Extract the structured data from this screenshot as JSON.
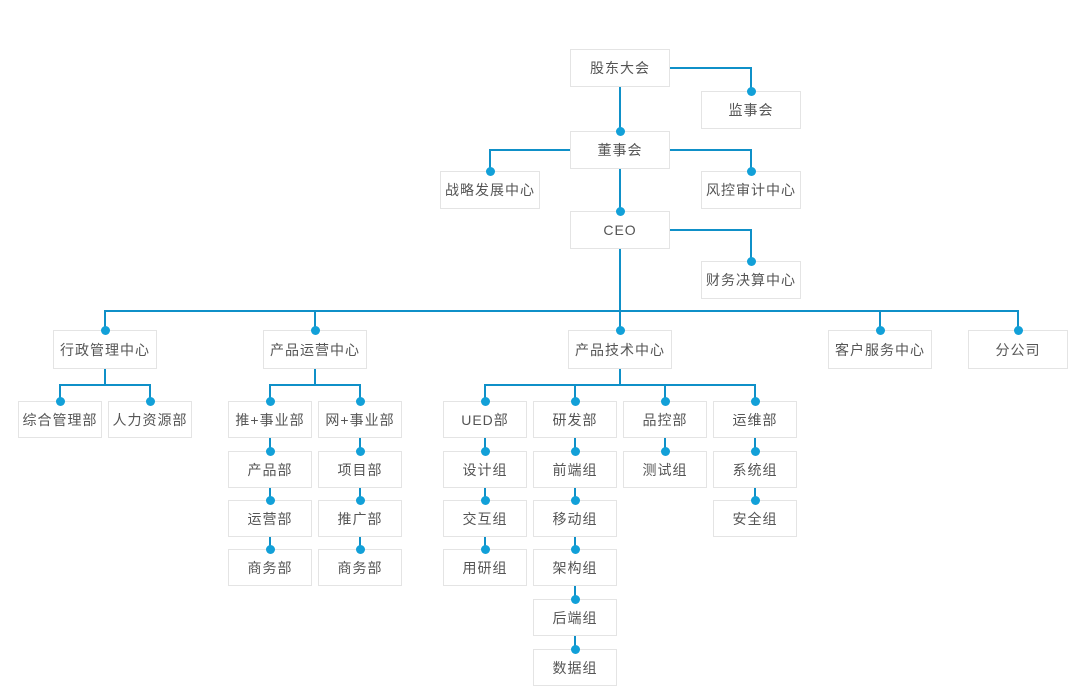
{
  "colors": {
    "connector_line": "#0f90c8",
    "connector_dot": "#12a0d8",
    "node_border": "#e4e4e4",
    "node_background": "#ffffff",
    "node_text": "#555555",
    "page_background": "#ffffff"
  },
  "org_chart": {
    "type": "organization-chart",
    "nodes": [
      {
        "id": "shareholders-meeting",
        "label": "股东大会",
        "parent": null
      },
      {
        "id": "supervisory-board",
        "label": "监事会",
        "parent": "shareholders-meeting"
      },
      {
        "id": "board-of-directors",
        "label": "董事会",
        "parent": "shareholders-meeting"
      },
      {
        "id": "strategy-development-center",
        "label": "战略发展中心",
        "parent": "board-of-directors"
      },
      {
        "id": "risk-audit-center",
        "label": "风控审计中心",
        "parent": "board-of-directors"
      },
      {
        "id": "ceo",
        "label": "CEO",
        "parent": "board-of-directors"
      },
      {
        "id": "finance-settlement-center",
        "label": "财务决算中心",
        "parent": "ceo"
      },
      {
        "id": "admin-center",
        "label": "行政管理中心",
        "parent": "ceo"
      },
      {
        "id": "product-ops-center",
        "label": "产品运营中心",
        "parent": "ceo"
      },
      {
        "id": "product-tech-center",
        "label": "产品技术中心",
        "parent": "ceo"
      },
      {
        "id": "customer-service-center",
        "label": "客户服务中心",
        "parent": "ceo"
      },
      {
        "id": "branch-company",
        "label": "分公司",
        "parent": "ceo"
      },
      {
        "id": "general-admin-dept",
        "label": "综合管理部",
        "parent": "admin-center"
      },
      {
        "id": "hr-dept",
        "label": "人力资源部",
        "parent": "admin-center"
      },
      {
        "id": "tui-plus-division",
        "label": "推+事业部",
        "parent": "product-ops-center"
      },
      {
        "id": "wang-plus-division",
        "label": "网+事业部",
        "parent": "product-ops-center"
      },
      {
        "id": "product-dept",
        "label": "产品部",
        "parent": "tui-plus-division"
      },
      {
        "id": "operations-dept",
        "label": "运营部",
        "parent": "product-dept"
      },
      {
        "id": "business-dept-tui",
        "label": "商务部",
        "parent": "operations-dept"
      },
      {
        "id": "project-dept",
        "label": "项目部",
        "parent": "wang-plus-division"
      },
      {
        "id": "promotion-dept",
        "label": "推广部",
        "parent": "project-dept"
      },
      {
        "id": "business-dept-wang",
        "label": "商务部",
        "parent": "promotion-dept"
      },
      {
        "id": "ued-dept",
        "label": "UED部",
        "parent": "product-tech-center"
      },
      {
        "id": "rd-dept",
        "label": "研发部",
        "parent": "product-tech-center"
      },
      {
        "id": "qc-dept",
        "label": "品控部",
        "parent": "product-tech-center"
      },
      {
        "id": "ops-dept",
        "label": "运维部",
        "parent": "product-tech-center"
      },
      {
        "id": "design-group",
        "label": "设计组",
        "parent": "ued-dept"
      },
      {
        "id": "interaction-group",
        "label": "交互组",
        "parent": "design-group"
      },
      {
        "id": "user-research-group",
        "label": "用研组",
        "parent": "interaction-group"
      },
      {
        "id": "frontend-group",
        "label": "前端组",
        "parent": "rd-dept"
      },
      {
        "id": "mobile-group",
        "label": "移动组",
        "parent": "frontend-group"
      },
      {
        "id": "architecture-group",
        "label": "架构组",
        "parent": "mobile-group"
      },
      {
        "id": "backend-group",
        "label": "后端组",
        "parent": "architecture-group"
      },
      {
        "id": "data-group",
        "label": "数据组",
        "parent": "backend-group"
      },
      {
        "id": "testing-group",
        "label": "测试组",
        "parent": "qc-dept"
      },
      {
        "id": "system-group",
        "label": "系统组",
        "parent": "ops-dept"
      },
      {
        "id": "security-group",
        "label": "安全组",
        "parent": "system-group"
      }
    ]
  }
}
